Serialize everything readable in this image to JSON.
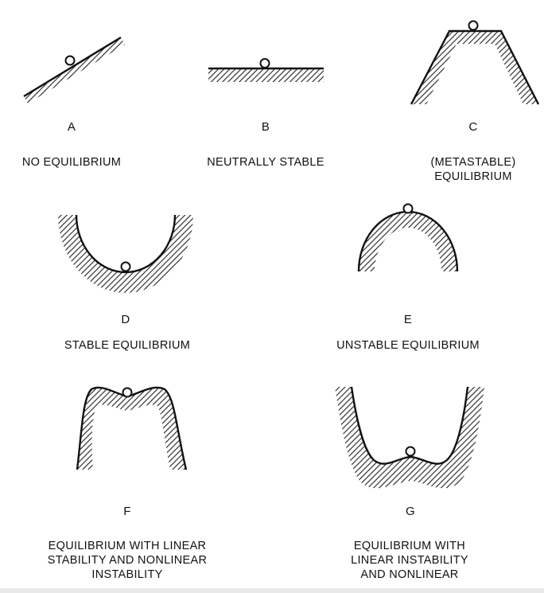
{
  "diagram": {
    "panels": [
      {
        "id": "A",
        "letter": "A",
        "caption": [
          "NO EQUILIBRIUM"
        ]
      },
      {
        "id": "B",
        "letter": "B",
        "caption": [
          "NEUTRALLY STABLE"
        ]
      },
      {
        "id": "C",
        "letter": "C",
        "caption": [
          "(METASTABLE)",
          "EQUILIBRIUM"
        ]
      },
      {
        "id": "D",
        "letter": "D",
        "caption": [
          "STABLE EQUILIBRIUM"
        ]
      },
      {
        "id": "E",
        "letter": "E",
        "caption": [
          "UNSTABLE EQUILIBRIUM"
        ]
      },
      {
        "id": "F",
        "letter": "F",
        "caption": [
          "EQUILIBRIUM WITH LINEAR",
          "STABILITY AND NONLINEAR",
          "INSTABILITY"
        ]
      },
      {
        "id": "G",
        "letter": "G",
        "caption": [
          "EQUILIBRIUM WITH",
          "LINEAR INSTABILITY",
          "AND NONLINEAR"
        ]
      }
    ]
  }
}
